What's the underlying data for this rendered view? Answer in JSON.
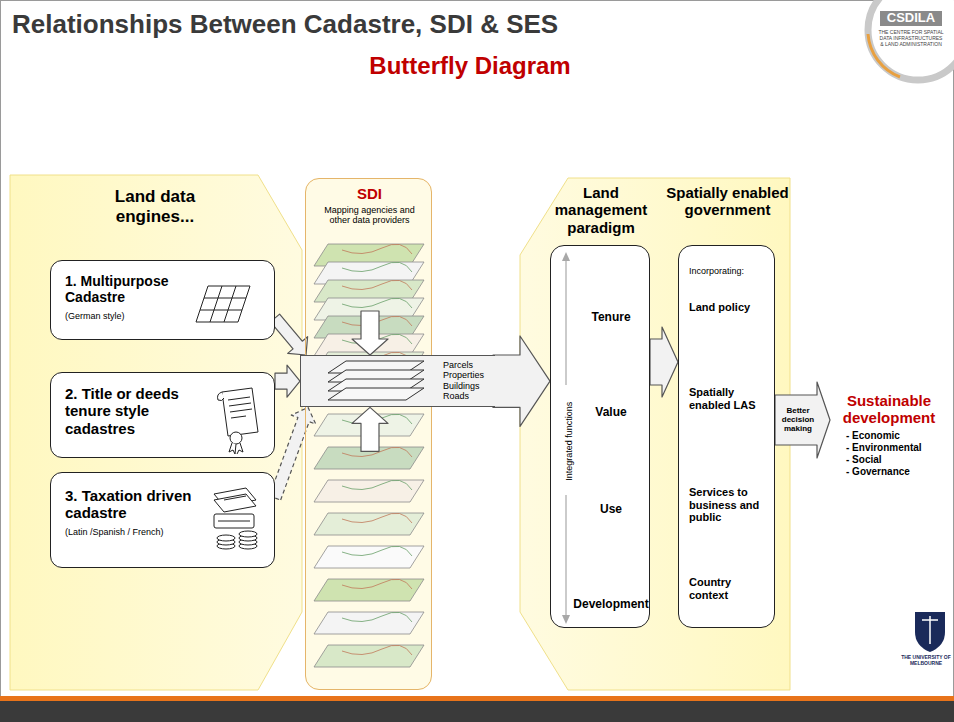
{
  "diagram": {
    "title": "Relationships Between Cadastre, SDI & SES",
    "nodes": [
      {
        "text": [
          "Land data engines..."
        ]
      },
      {
        "text": [
          "1. Multipurpose Cadastre",
          "(German style)"
        ],
        "in": 0
      },
      {
        "text": [
          "2. Title or deeds tenure style cadastres"
        ],
        "in": 0
      },
      {
        "text": [
          "3. Taxation driven cadastre",
          "(Latin /Spanish / French)"
        ],
        "in": 0
      },
      {
        "text": [
          "SDI",
          "Mapping agencies and other data providers"
        ]
      },
      {
        "text": [
          "Parcels Properties Buildings Roads"
        ]
      },
      {
        "text": [
          "Land management paradigm",
          "Integrated functions",
          "Tenure",
          "Value",
          "Use",
          "Development"
        ]
      },
      {
        "text": [
          "Spatially enabled government",
          "Incorporating:",
          "Land policy",
          "Spatially enabled LAS",
          "Services to business and public",
          "Country context"
        ]
      },
      {
        "text": [
          "Sustainable development",
          "- Economic",
          "- Environmental",
          "- Social",
          "- Governance"
        ]
      }
    ],
    "edges": [
      {
        "from": 1,
        "to": 5,
        "arrow": "to"
      },
      {
        "from": 2,
        "to": 5,
        "arrow": "to"
      },
      {
        "from": 3,
        "to": 5,
        "arrow": "to"
      },
      {
        "from": 4,
        "to": 5,
        "arrow": "to"
      },
      {
        "from": 4,
        "to": 5,
        "arrow": "to"
      },
      {
        "from": 5,
        "to": 6,
        "arrow": "to"
      },
      {
        "from": 6,
        "to": 7,
        "arrow": "to"
      },
      {
        "from": 7,
        "to": 8,
        "arrow": "to",
        "label": "Better decision making"
      }
    ],
    "labels": [
      "Butterfly Diagram",
      "CSDILA",
      "THE CENTRE FOR SPATIAL DATA INFRASTRUCTURES & LAND ADMINISTRATION",
      "THE UNIVERSITY OF MELBOURNE"
    ]
  }
}
